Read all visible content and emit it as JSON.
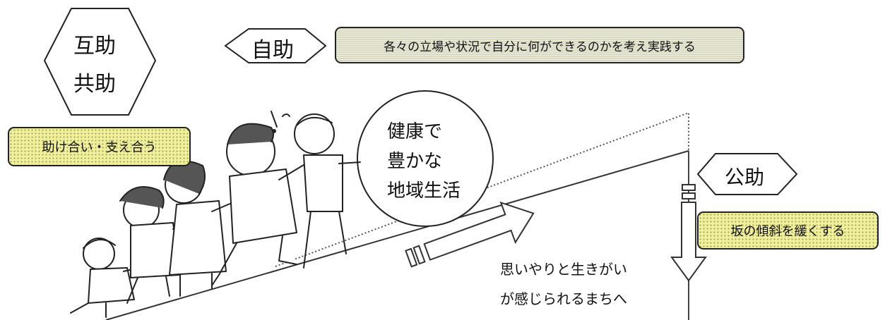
{
  "labels": {
    "mutual_line1": "互助",
    "mutual_line2": "共助",
    "self_help": "自助",
    "self_help_desc": "各々の立場や状況で自分に何ができるのかを考え実践する",
    "mutual_desc": "助け合い・支え合う",
    "goal_line1": "健康で",
    "goal_line2": "豊かな",
    "goal_line3": "地域生活",
    "public_help": "公助",
    "public_desc": "坂の傾斜を緩くする",
    "arrow_line1": "思いやりと生きがい",
    "arrow_line2": "が感じられるまちへ"
  },
  "colors": {
    "stripe_box": "#d9d9c2",
    "dot_box": "#f0ef9c",
    "outline": "#222222"
  },
  "icons": [
    "hexagon-shape",
    "arrow-pentagon-shape",
    "down-arrow-icon",
    "right-arrow-icon",
    "family-climbing-illustration"
  ]
}
